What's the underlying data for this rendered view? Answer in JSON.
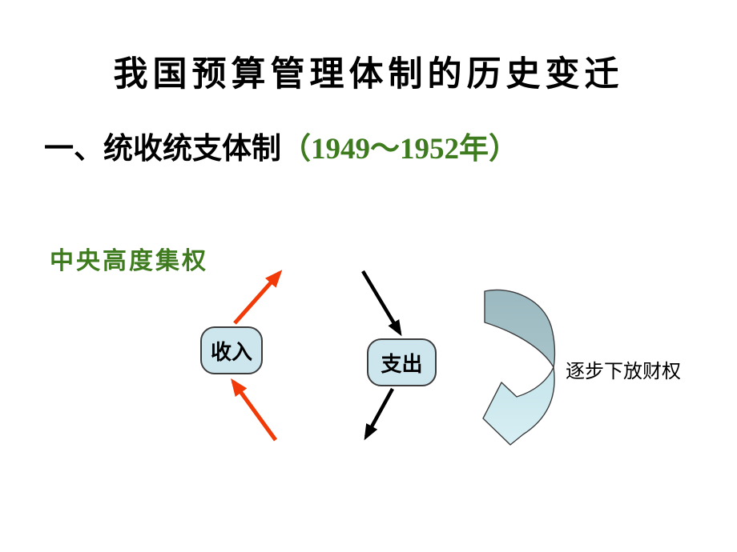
{
  "slide": {
    "title": "我国预算管理体制的历史变迁",
    "section_heading": {
      "text_black": "一、统收统支体制",
      "text_green": "（1949～1952年）"
    },
    "left_label": "中央高度集权",
    "income_box_label": "收入",
    "expense_box_label": "支出",
    "curved_arrow_label": "逐步下放财权",
    "icons": {
      "income_up_arrow": "red-up-right-arrow-icon",
      "income_in_arrow": "red-up-left-arrow-icon",
      "expense_in_arrow": "black-down-right-arrow-icon",
      "expense_out_arrow": "black-down-left-arrow-icon",
      "delegation_arrow": "curved-down-left-arrow-icon"
    },
    "colors": {
      "title_text": "#000000",
      "green_text": "#3e7b1e",
      "red_arrow": "#f13a08",
      "black_arrow": "#000000",
      "box_fill": "#cde5ec",
      "box_border": "#3c3c3c",
      "curve_dark": "#9bb9c0",
      "curve_light": "#d8eff4"
    }
  }
}
